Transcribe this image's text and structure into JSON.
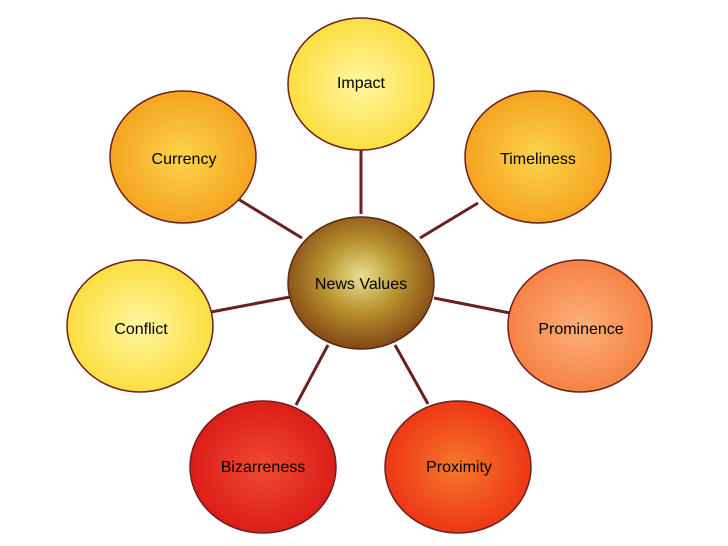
{
  "diagram": {
    "center": {
      "label": "News Values",
      "color": "#8a5a1e"
    },
    "nodes": [
      {
        "id": "impact",
        "label": "Impact",
        "color": "#fde24a"
      },
      {
        "id": "timeliness",
        "label": "Timeliness",
        "color": "#f9a31c"
      },
      {
        "id": "prominence",
        "label": "Prominence",
        "color": "#f98a4a"
      },
      {
        "id": "proximity",
        "label": "Proximity",
        "color": "#f0381c"
      },
      {
        "id": "bizarreness",
        "label": "Bizarreness",
        "color": "#e0201a"
      },
      {
        "id": "conflict",
        "label": "Conflict",
        "color": "#fde24a"
      },
      {
        "id": "currency",
        "label": "Currency",
        "color": "#f9a31c"
      }
    ],
    "connector_color": "#6b2020"
  }
}
